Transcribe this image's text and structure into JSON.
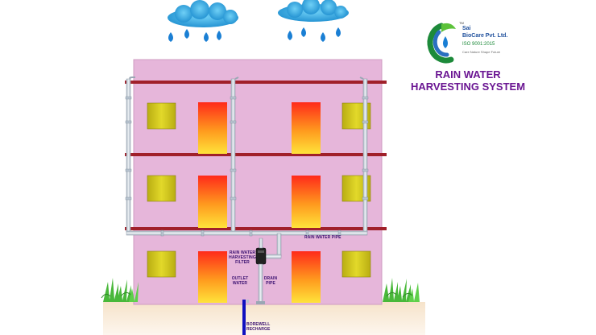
{
  "title": {
    "line1": "RAIN WATER",
    "line2": "HARVESTING SYSTEM"
  },
  "logo": {
    "tm": "TM",
    "name_line1": "Sai",
    "name_line2": "BioCare Pvt. Ltd.",
    "iso": "ISO 9001:2015",
    "tagline": "Care Nature Shape Future"
  },
  "labels": {
    "rain_water_pipe": "RAIN WATER PIPE",
    "filter": [
      "RAIN WATER",
      "HARVESTING",
      "FILTER"
    ],
    "outlet_water": [
      "OUTLET",
      "WATER"
    ],
    "drain_pipe": [
      "DRAIN",
      "PIPE"
    ],
    "borewell_recharge": [
      "BOREWELL",
      "RECHARGE"
    ]
  },
  "colors": {
    "building": "#e6b6da",
    "slab": "#a0202a",
    "pipe": "#d5dde5",
    "window": "#d6cc1a",
    "door_top": "#ff2a1a",
    "door_bottom": "#ffe03a",
    "cloud": "#33a9e0",
    "drop": "#1a7fd4",
    "borewell": "#1010c0",
    "title": "#6a1592"
  }
}
